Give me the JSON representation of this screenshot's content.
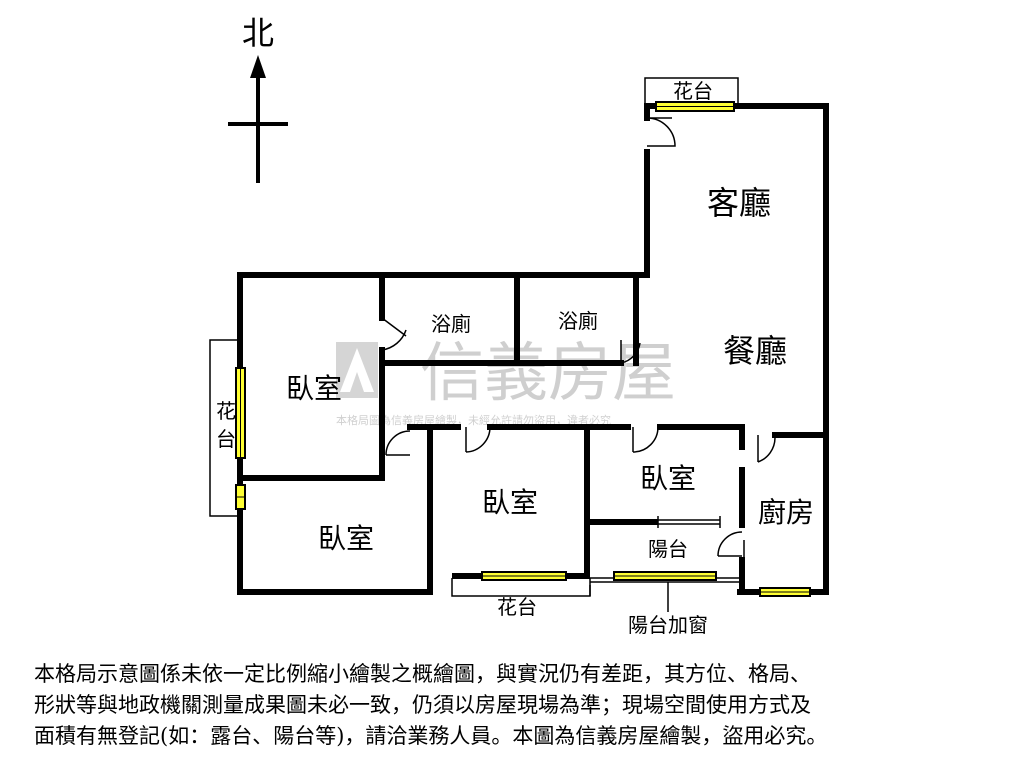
{
  "compass": {
    "north": "北"
  },
  "rooms": {
    "living_room": "客廳",
    "dining_room": "餐廳",
    "bath_left": "浴廁",
    "bath_right": "浴廁",
    "bedroom_nw": "臥室",
    "bedroom_sw": "臥室",
    "bedroom_center": "臥室",
    "bedroom_small": "臥室",
    "kitchen": "廚房",
    "balcony": "陽台"
  },
  "planters": {
    "top": "花台",
    "west_line1": "花",
    "west_line2": "台",
    "south": "花台"
  },
  "annotation": {
    "balcony_window": "陽台加窗"
  },
  "watermark": {
    "brand": "信義房屋",
    "notice": "本格局圖為信義房屋繪製，未經允許請勿盜用，違者必究"
  },
  "disclaimer": "本格局示意圖係未依一定比例縮小繪製之概繪圖，與實況仍有差距，其方位、格局、\n形狀等與地政機關測量成果圖未必一致，仍須以房屋現場為準；現場空間使用方式及\n面積有無登記(如：露台、陽台等)，請洽業務人員。本圖為信義房屋繪製，盜用必究。"
}
